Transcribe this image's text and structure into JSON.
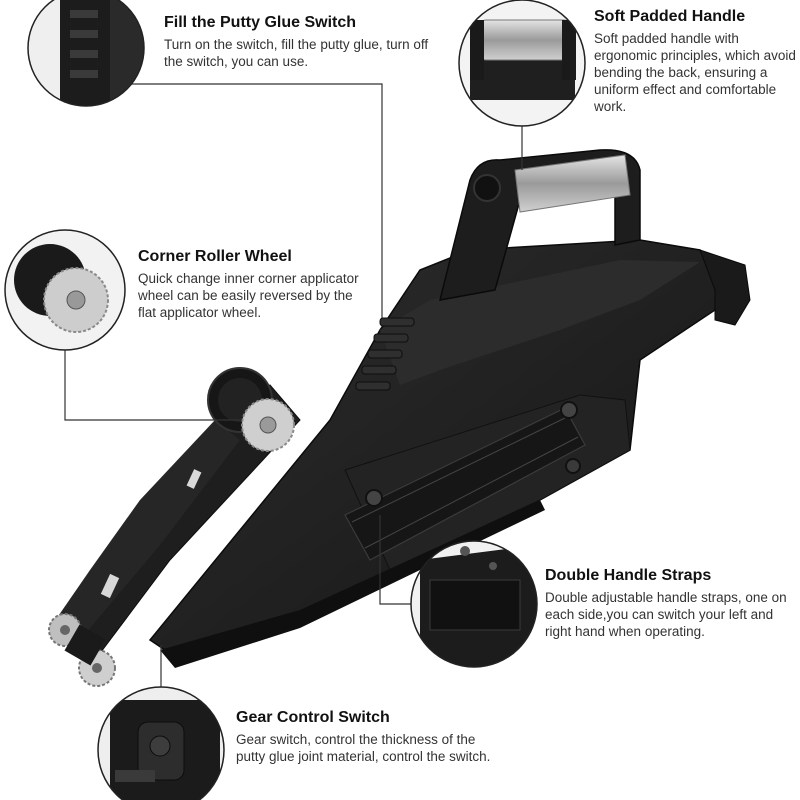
{
  "callouts": {
    "fill_switch": {
      "title": "Fill the Putty Glue Switch",
      "desc": "Turn on the switch, fill the putty glue, turn off the switch, you can use."
    },
    "soft_handle": {
      "title": "Soft Padded Handle",
      "desc": "Soft padded handle with ergonomic principles, which avoid bending the back, ensuring a uniform effect and comfortable work."
    },
    "corner_roller": {
      "title": "Corner Roller Wheel",
      "desc": "Quick change inner corner applicator wheel can be easily reversed by the flat applicator wheel."
    },
    "handle_straps": {
      "title": "Double Handle Straps",
      "desc": "Double adjustable handle straps, one on each side,you can switch your left and right hand when operating."
    },
    "gear_switch": {
      "title": "Gear Control Switch",
      "desc": "Gear switch, control the thickness of the putty glue joint material, control the switch."
    }
  },
  "colors": {
    "tool_body": "#1c1c1c",
    "tool_highlight": "#3a3a3a",
    "handle_grip": "#b8b8b8",
    "wheel_metal": "#c9c9c9",
    "line": "#333333"
  }
}
